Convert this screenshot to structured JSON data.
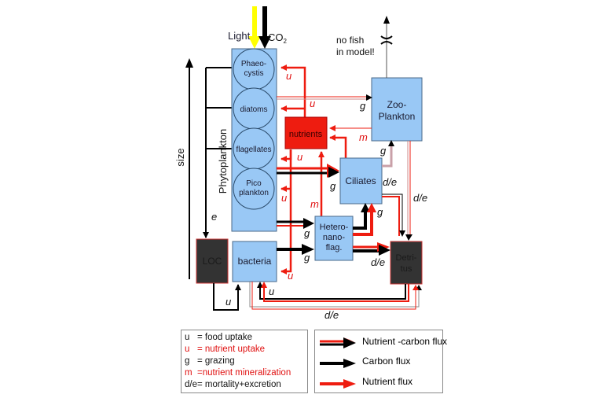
{
  "title": "Plankton ecosystem model diagram",
  "colors": {
    "box_fill": "#99c8f5",
    "box_stroke": "#4a6a8a",
    "nutrients_fill": "#ee1c10",
    "dark_fill": "#333333",
    "nutrient_flux": "#ee1c10",
    "carbon_flux": "#000000",
    "light": "#ffff00"
  },
  "inputs": {
    "light_label": "Light",
    "co2_label": "CO",
    "co2_sub": "2"
  },
  "annotations": {
    "no_fish_line1": "no fish",
    "no_fish_line2": "in model!",
    "size_axis": "size",
    "phytoplankton_label": "Phytoplankton"
  },
  "boxes": {
    "phytoplankton_groups": [
      {
        "line1": "Phaeo-",
        "line2": "cystis"
      },
      {
        "line1": "diatoms",
        "line2": ""
      },
      {
        "line1": "flagellates",
        "line2": ""
      },
      {
        "line1": "Pico",
        "line2": "plankton"
      }
    ],
    "nutrients": "nutrients",
    "zooplankton": {
      "line1": "Zoo-",
      "line2": "Plankton"
    },
    "ciliates": "Ciliates",
    "heteronanoflag": {
      "line1": "Hetero-",
      "line2": "nano-",
      "line3": "flag."
    },
    "bacteria": "bacteria",
    "loc": "LOC",
    "detritus": {
      "line1": "Detri-",
      "line2": "tus"
    }
  },
  "flux_labels": {
    "u": "u",
    "g": "g",
    "m": "m",
    "e": "e",
    "de": "d/e"
  },
  "legend": {
    "symbols": [
      {
        "sym": "u",
        "text": "= food uptake",
        "color": "black"
      },
      {
        "sym": "u",
        "text": "= nutrient uptake",
        "color": "red"
      },
      {
        "sym": "g",
        "text": "= grazing",
        "color": "black"
      },
      {
        "sym": "m",
        "text": "=nutrient mineralization",
        "color": "red"
      },
      {
        "sym": "d/e",
        "text": "= mortality+excretion",
        "color": "black"
      }
    ],
    "fluxes": [
      {
        "type": "nutrient-carbon",
        "text": "Nutrient -carbon flux"
      },
      {
        "type": "carbon",
        "text": "Carbon flux"
      },
      {
        "type": "nutrient",
        "text": "Nutrient  flux"
      }
    ]
  }
}
